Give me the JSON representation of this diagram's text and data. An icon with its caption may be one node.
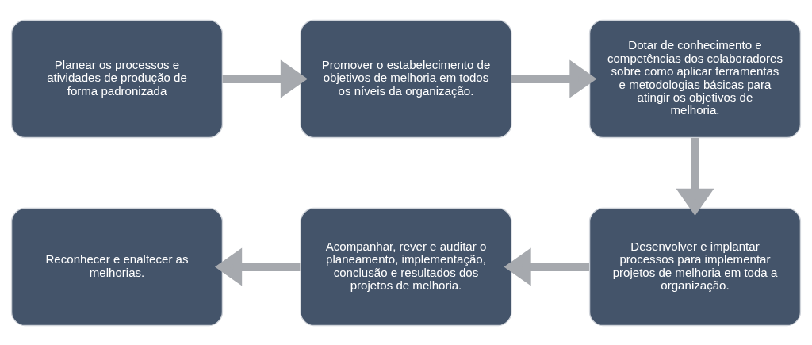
{
  "diagram": {
    "nodes": [
      {
        "text": [
          "Planear os processos e atividades de produção de forma padronizada"
        ]
      },
      {
        "text": [
          "Promover o estabelecimento de objetivos de melhoria em todos os níveis da organização."
        ]
      },
      {
        "text": [
          "Dotar de conhecimento e competências dos colaboradores sobre como aplicar ferramentas e metodologias básicas para atingir os objetivos de melhoria."
        ]
      },
      {
        "text": [
          "Reconhecer e enaltecer as melhorias."
        ]
      },
      {
        "text": [
          "Acompanhar, rever e auditar o planeamento, implementação, conclusão e resultados dos projetos de melhoria."
        ]
      },
      {
        "text": [
          "Desenvolver e implantar processos para implementar projetos de melhoria em toda a organização."
        ]
      }
    ],
    "edges": [
      {
        "from": 0,
        "to": 1,
        "arrow": "to"
      },
      {
        "from": 1,
        "to": 2,
        "arrow": "to"
      },
      {
        "from": 2,
        "to": 5,
        "arrow": "to"
      },
      {
        "from": 5,
        "to": 4,
        "arrow": "to"
      },
      {
        "from": 4,
        "to": 3,
        "arrow": "to"
      }
    ]
  }
}
